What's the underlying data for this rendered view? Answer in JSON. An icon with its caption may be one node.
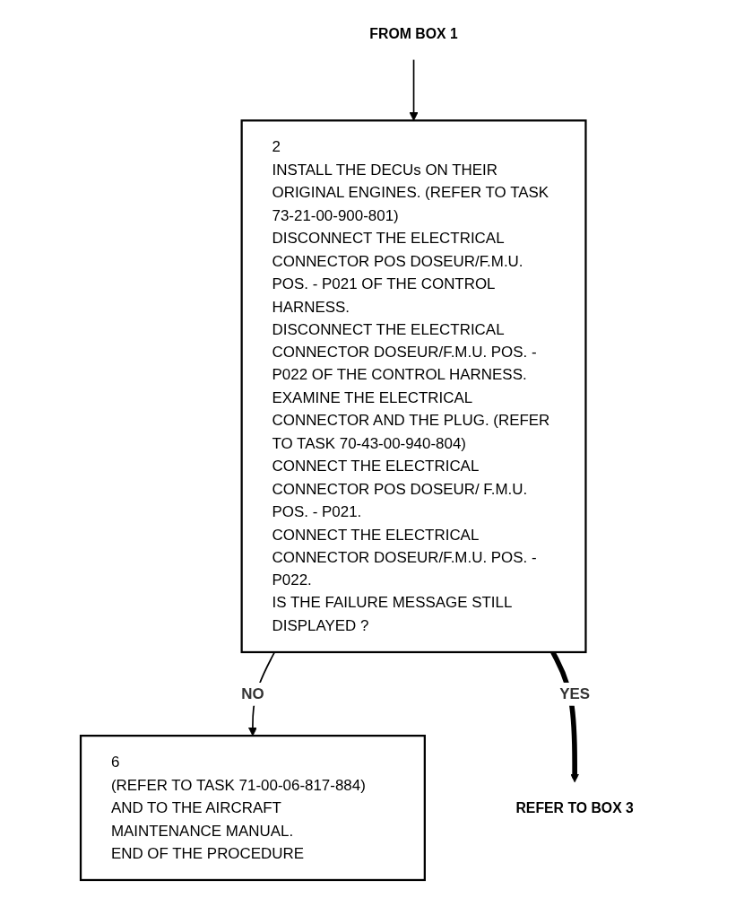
{
  "diagram": {
    "nodes": [
      {
        "text": [
          "FROM BOX 1"
        ]
      },
      {
        "text": [
          "2",
          "INSTALL THE DECUs ON THEIR ORIGINAL ENGINES. (REFER TO TASK 73-21-00-900-801)",
          "DISCONNECT THE ELECTRICAL CONNECTOR POS DOSEUR/F.M.U. POS. - P021 OF THE CONTROL HARNESS.",
          "DISCONNECT THE ELECTRICAL CONNECTOR DOSEUR/F.M.U. POS. - P022 OF THE CONTROL HARNESS.",
          "EXAMINE THE ELECTRICAL CONNECTOR AND THE PLUG. (REFER TO TASK 70-43-00-940-804)",
          "CONNECT THE ELECTRICAL CONNECTOR POS DOSEUR/ F.M.U. POS. - P021.",
          "CONNECT THE ELECTRICAL CONNECTOR DOSEUR/F.M.U. POS. - P022.",
          "IS THE FAILURE MESSAGE STILL DISPLAYED ?"
        ]
      },
      {
        "text": [
          "6",
          "(REFER TO TASK 71-00-06-817-884) AND TO THE AIRCRAFT MAINTENANCE MANUAL.",
          "END OF THE PROCEDURE"
        ]
      },
      {
        "text": [
          "REFER TO BOX 3"
        ]
      }
    ],
    "edges": [
      {
        "from": 0,
        "to": 1,
        "arrow": "to"
      },
      {
        "from": 1,
        "to": 2,
        "arrow": "to",
        "label": "NO"
      },
      {
        "from": 1,
        "to": 3,
        "arrow": "to",
        "label": "YES",
        "style": "thick"
      }
    ]
  }
}
